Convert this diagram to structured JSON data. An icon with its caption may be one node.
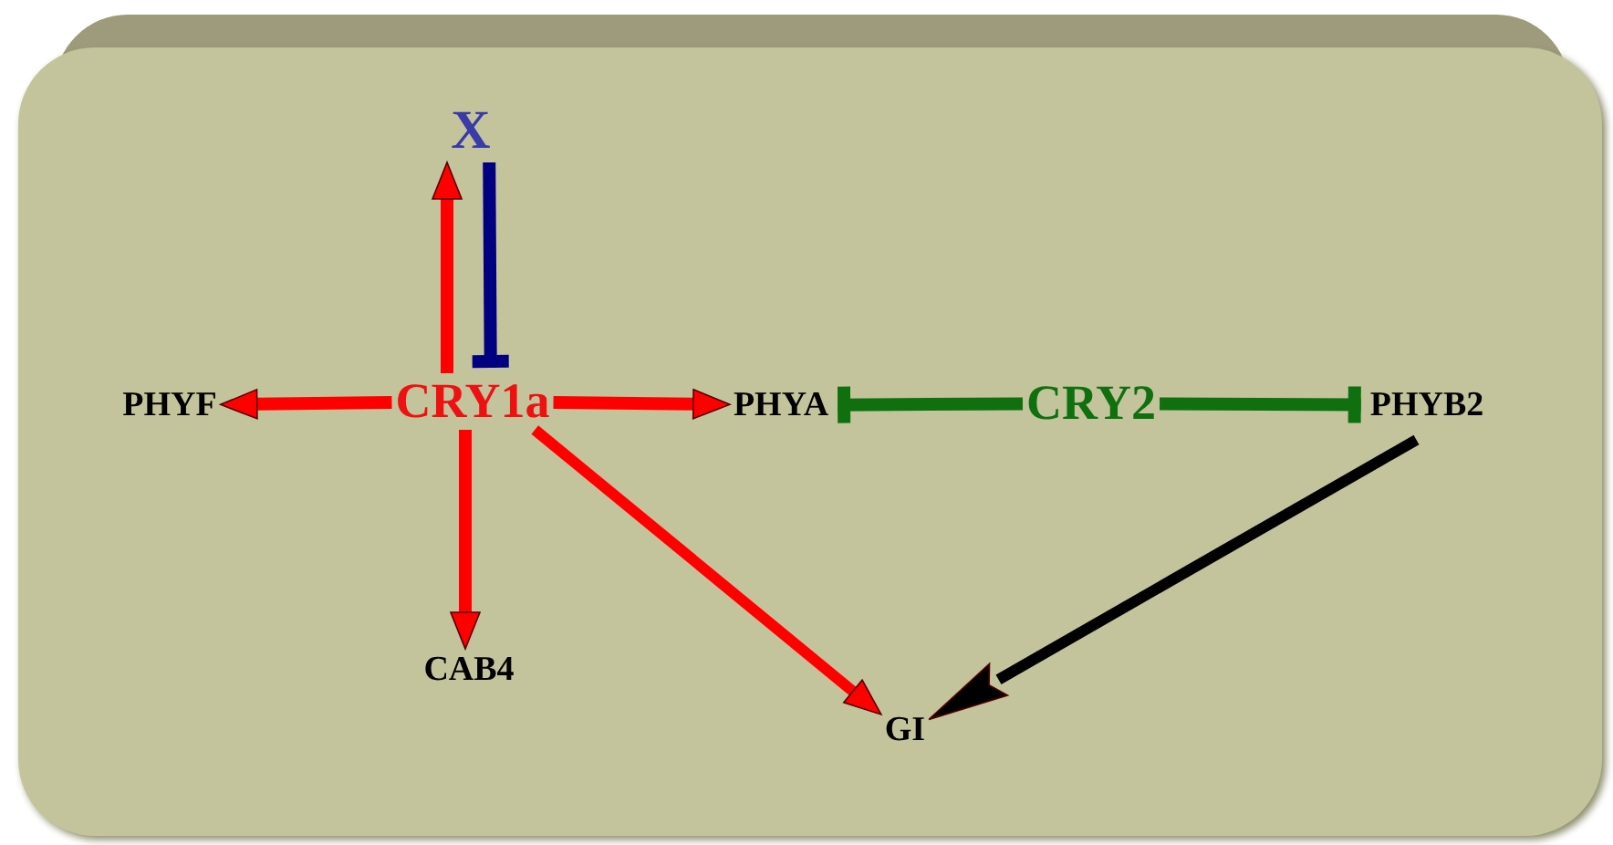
{
  "diagram": {
    "nodes": [
      {
        "text": [
          "X"
        ]
      },
      {
        "text": [
          "CRY1a"
        ]
      },
      {
        "text": [
          "PHYF"
        ]
      },
      {
        "text": [
          "PHYA"
        ]
      },
      {
        "text": [
          "CRY2"
        ]
      },
      {
        "text": [
          "PHYB2"
        ]
      },
      {
        "text": [
          "CAB4"
        ]
      },
      {
        "text": [
          "GI"
        ]
      }
    ],
    "edges": [
      {
        "from": 1,
        "to": 0,
        "arrow": "to",
        "color": "#ff0000"
      },
      {
        "from": 0,
        "to": 1,
        "arrow": "other",
        "color": "#000080"
      },
      {
        "from": 1,
        "to": 2,
        "arrow": "to",
        "color": "#ff0000"
      },
      {
        "from": 1,
        "to": 3,
        "arrow": "to",
        "color": "#ff0000"
      },
      {
        "from": 1,
        "to": 6,
        "arrow": "to",
        "color": "#ff0000"
      },
      {
        "from": 1,
        "to": 7,
        "arrow": "to",
        "color": "#ff0000"
      },
      {
        "from": 4,
        "to": 3,
        "arrow": "other",
        "color": "#107010"
      },
      {
        "from": 4,
        "to": 5,
        "arrow": "other",
        "color": "#107010"
      },
      {
        "from": 5,
        "to": 7,
        "arrow": "to",
        "color": "#000000"
      }
    ]
  }
}
